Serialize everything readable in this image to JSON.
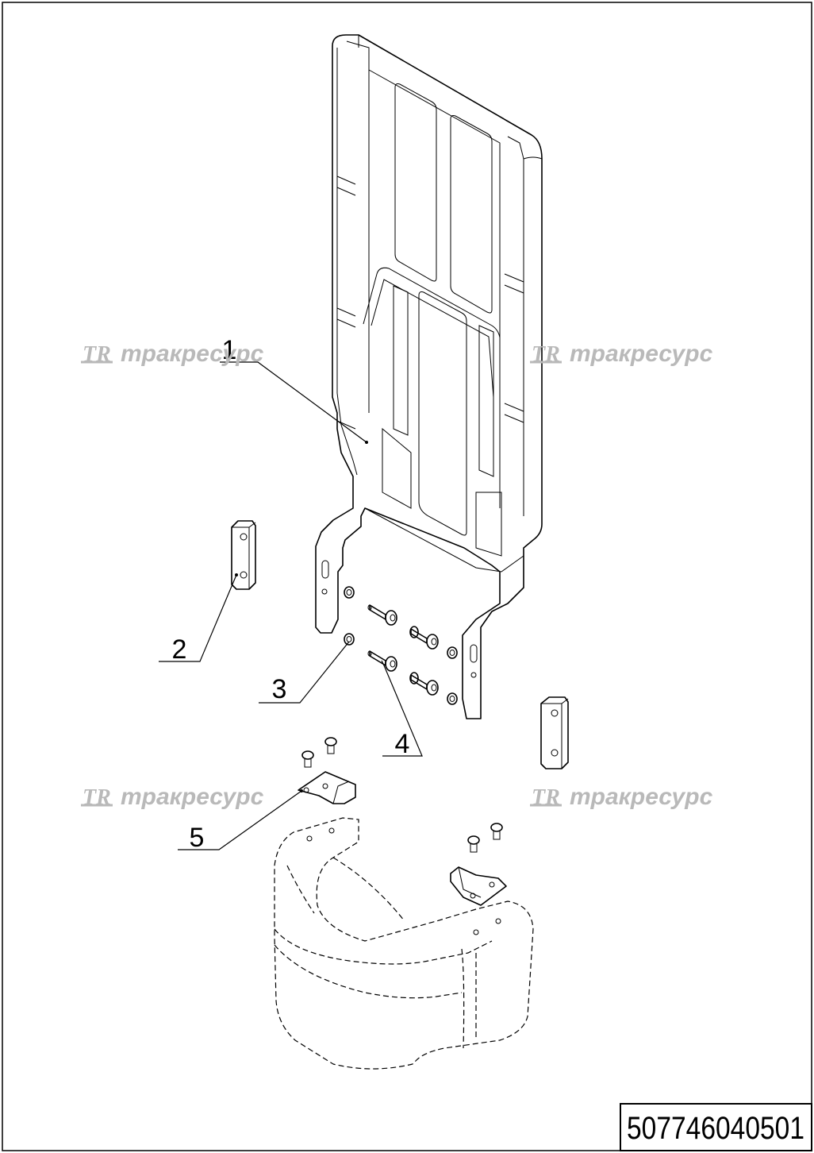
{
  "drawing": {
    "part_number": "507746040501",
    "callouts": [
      {
        "id": "1",
        "label": "1"
      },
      {
        "id": "2",
        "label": "2"
      },
      {
        "id": "3",
        "label": "3"
      },
      {
        "id": "4",
        "label": "4"
      },
      {
        "id": "5",
        "label": "5"
      }
    ],
    "watermark": {
      "logo": "TR",
      "text": "тракресурс"
    }
  },
  "colors": {
    "line": "#000000",
    "watermark": "#b9b9b9",
    "background": "#ffffff"
  }
}
